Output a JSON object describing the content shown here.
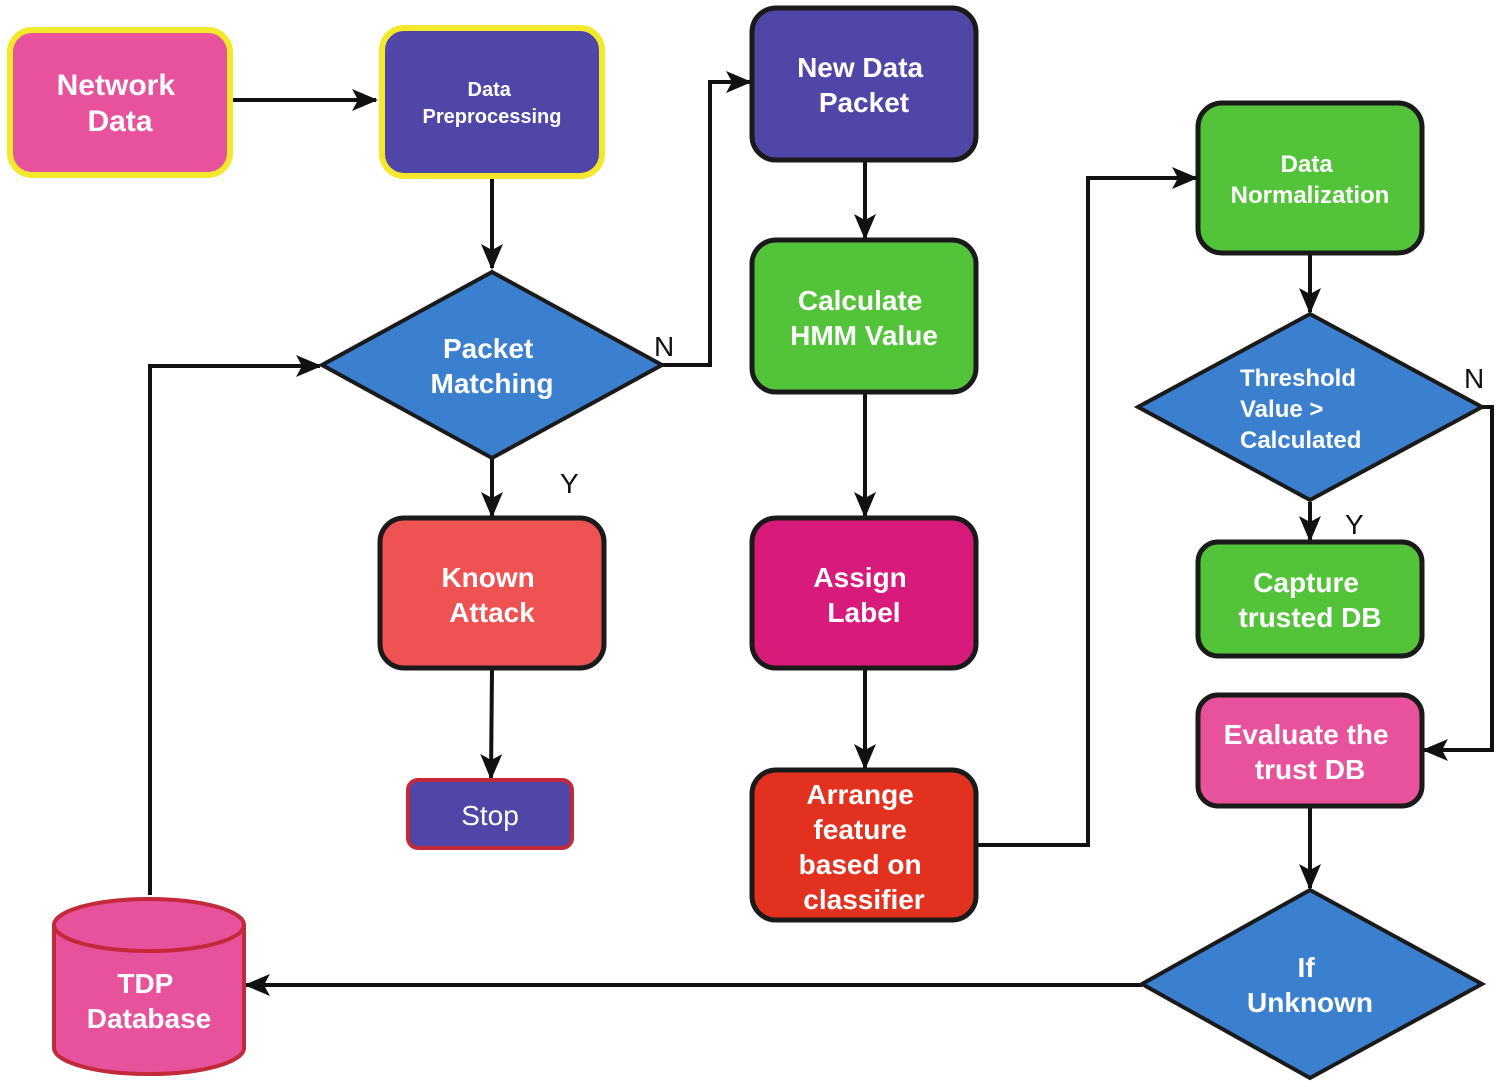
{
  "nodes": {
    "network_data": {
      "lines": [
        "Network",
        "Data"
      ]
    },
    "data_preprocessing": {
      "lines": [
        "Data",
        "Preprocessing"
      ]
    },
    "packet_matching": {
      "lines": [
        "Packet",
        "Matching"
      ]
    },
    "known_attack": {
      "lines": [
        "Known",
        "Attack"
      ]
    },
    "stop": {
      "lines": [
        "Stop"
      ]
    },
    "new_data_packet": {
      "lines": [
        "New Data",
        "Packet"
      ]
    },
    "calculate_hmm": {
      "lines": [
        "Calculate",
        "HMM Value"
      ]
    },
    "assign_label": {
      "lines": [
        "Assign",
        "Label"
      ]
    },
    "arrange_feature": {
      "lines": [
        "Arrange",
        "feature",
        "based on",
        "classifier"
      ]
    },
    "data_normalization": {
      "lines": [
        "Data",
        "Normalization"
      ]
    },
    "threshold": {
      "lines": [
        "Threshold",
        "Value >",
        "Calculated"
      ]
    },
    "capture_trusted": {
      "lines": [
        "Capture",
        "trusted DB"
      ]
    },
    "evaluate_trust": {
      "lines": [
        "Evaluate the",
        "trust DB"
      ]
    },
    "if_unknown": {
      "lines": [
        "If",
        "Unknown"
      ]
    },
    "tdp_database": {
      "lines": [
        "TDP",
        "Database"
      ]
    }
  },
  "branch_labels": {
    "packet_matching_no": "N",
    "packet_matching_yes": "Y",
    "threshold_no": "N",
    "threshold_yes": "Y"
  },
  "colors": {
    "pink": "#e8529c",
    "purple": "#5046a8",
    "blue": "#3a80cf",
    "green": "#53c43a",
    "coral": "#ef5252",
    "magenta": "#d81a7a",
    "red": "#e2311e",
    "yellow_border": "#f3e82b",
    "dark_border": "#1a1a1a"
  }
}
